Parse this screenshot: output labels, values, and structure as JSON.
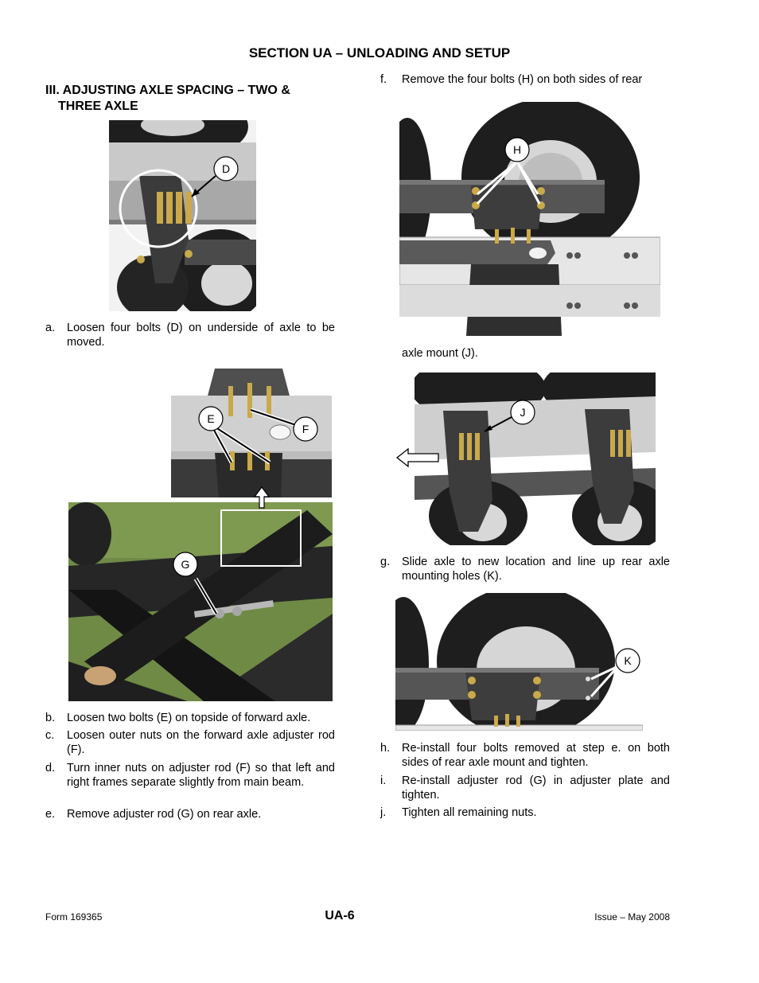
{
  "section_title": "SECTION UA – UNLOADING AND SETUP",
  "heading": {
    "line1": "III. ADJUSTING AXLE SPACING – TWO &",
    "line2": "THREE AXLE"
  },
  "steps": {
    "a": {
      "letter": "a.",
      "text": "Loosen four bolts (D) on underside of axle to be moved."
    },
    "b": {
      "letter": "b.",
      "text": "Loosen two bolts (E) on topside of forward axle."
    },
    "c": {
      "letter": "c.",
      "text": "Loosen outer nuts on the forward axle adjuster rod (F)."
    },
    "d": {
      "letter": "d.",
      "text": "Turn inner nuts on adjuster rod (F) so that left and right frames separate slightly from main beam."
    },
    "e": {
      "letter": "e.",
      "text": "Remove adjuster rod (G) on rear axle."
    },
    "f": {
      "letter": "f.",
      "text": "Remove the four bolts (H) on both sides of rear"
    },
    "f_cont": {
      "text": "axle mount (J)."
    },
    "g": {
      "letter": "g.",
      "text": "Slide axle to new location and line up rear axle mounting holes (K)."
    },
    "h": {
      "letter": "h.",
      "text": "Re-install four bolts removed at step e. on both sides of rear axle mount and tighten."
    },
    "i": {
      "letter": "i.",
      "text": "Re-install adjuster rod (G) in adjuster plate and tighten."
    },
    "j": {
      "letter": "j.",
      "text": "Tighten all remaining nuts."
    }
  },
  "callouts": {
    "D": "D",
    "E": "E",
    "F": "F",
    "G": "G",
    "H": "H",
    "J": "J",
    "K": "K"
  },
  "footer": {
    "form": "Form 169365",
    "page": "UA-6",
    "issue": "Issue – May 2008"
  }
}
